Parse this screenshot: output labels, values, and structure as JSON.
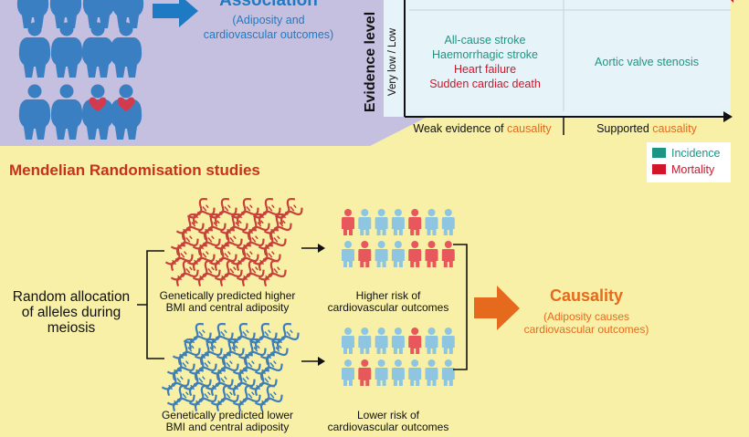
{
  "colors": {
    "background": "#f7f0a6",
    "purple_panel": "#c5c0e0",
    "chart_panel": "#e6f3f8",
    "blue_person": "#3a7fc1",
    "heart": "#d33a4e",
    "arrow_blue": "#1f7ac4",
    "teal": "#1d9585",
    "red": "#d1152b",
    "orange": "#e66a1e",
    "helix_red": "#c8413a",
    "helix_blue": "#3f7fb8",
    "person_light_blue": "#8ec5e1",
    "person_red": "#e8575c"
  },
  "association": {
    "title": "Association",
    "subtitle_line1": "(Adiposity and",
    "subtitle_line2": "cardiovascular outcomes)"
  },
  "evidence_chart": {
    "y_axis_title": "Evidence level",
    "y_axis_sublabel": "Very low / Low",
    "x_label_weak_prefix": "Weak evidence of ",
    "x_label_weak_keyword": "causality",
    "x_label_supported_prefix": "Supported ",
    "x_label_supported_keyword": "causality",
    "weak_outcomes": [
      {
        "text": "All-cause stroke",
        "type": "incidence"
      },
      {
        "text": "Haemorrhagic stroke",
        "type": "incidence"
      },
      {
        "text": "Heart failure",
        "type": "mortality"
      },
      {
        "text": "Sudden cardiac death",
        "type": "mortality"
      }
    ],
    "supported_outcomes": [
      {
        "text": "Aortic valve stenosis",
        "type": "incidence"
      }
    ]
  },
  "legend": {
    "items": [
      {
        "label": "Incidence",
        "color": "#1d9585"
      },
      {
        "label": "Mortality",
        "color": "#d1152b"
      }
    ]
  },
  "mr": {
    "section_title": "Mendelian Randomisation studies",
    "random_allocation": [
      "Random allocation",
      "of alleles during",
      "meiosis"
    ],
    "higher_genes_label": [
      "Genetically predicted higher",
      "BMI and central adiposity"
    ],
    "lower_genes_label": [
      "Genetically predicted lower",
      "BMI and central adiposity"
    ],
    "higher_risk_label": [
      "Higher risk of",
      "cardiovascular outcomes"
    ],
    "lower_risk_label": [
      "Lower risk of",
      "cardiovascular outcomes"
    ],
    "causality_title": "Causality",
    "causality_sub1": "(Adiposity causes",
    "causality_sub2": "cardiovascular outcomes)",
    "higher_risk_people": [
      [
        "red",
        "blue",
        "blue",
        "blue",
        "red",
        "blue",
        "blue"
      ],
      [
        "blue",
        "red",
        "blue",
        "blue",
        "red",
        "red",
        "red"
      ]
    ],
    "lower_risk_people": [
      [
        "blue",
        "blue",
        "blue",
        "blue",
        "red",
        "blue",
        "blue"
      ],
      [
        "blue",
        "red",
        "blue",
        "blue",
        "blue",
        "blue",
        "blue"
      ]
    ]
  }
}
